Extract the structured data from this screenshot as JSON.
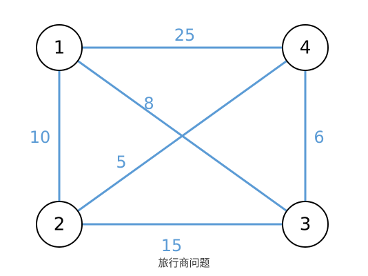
{
  "colors": {
    "edge": "#5b9bd5",
    "node_stroke": "#000000",
    "node_fill": "#ffffff",
    "node_text": "#000000",
    "weight_text": "#5b9bd5"
  },
  "graph": {
    "nodes": [
      {
        "id": "1",
        "label": "1"
      },
      {
        "id": "2",
        "label": "2"
      },
      {
        "id": "3",
        "label": "3"
      },
      {
        "id": "4",
        "label": "4"
      }
    ],
    "edges": [
      {
        "from": "1",
        "to": "4",
        "weight": "25"
      },
      {
        "from": "1",
        "to": "2",
        "weight": "10"
      },
      {
        "from": "1",
        "to": "3",
        "weight": "8"
      },
      {
        "from": "2",
        "to": "4",
        "weight": "5"
      },
      {
        "from": "4",
        "to": "3",
        "weight": "6"
      },
      {
        "from": "2",
        "to": "3",
        "weight": "15"
      }
    ]
  },
  "caption": "旅行商问题"
}
